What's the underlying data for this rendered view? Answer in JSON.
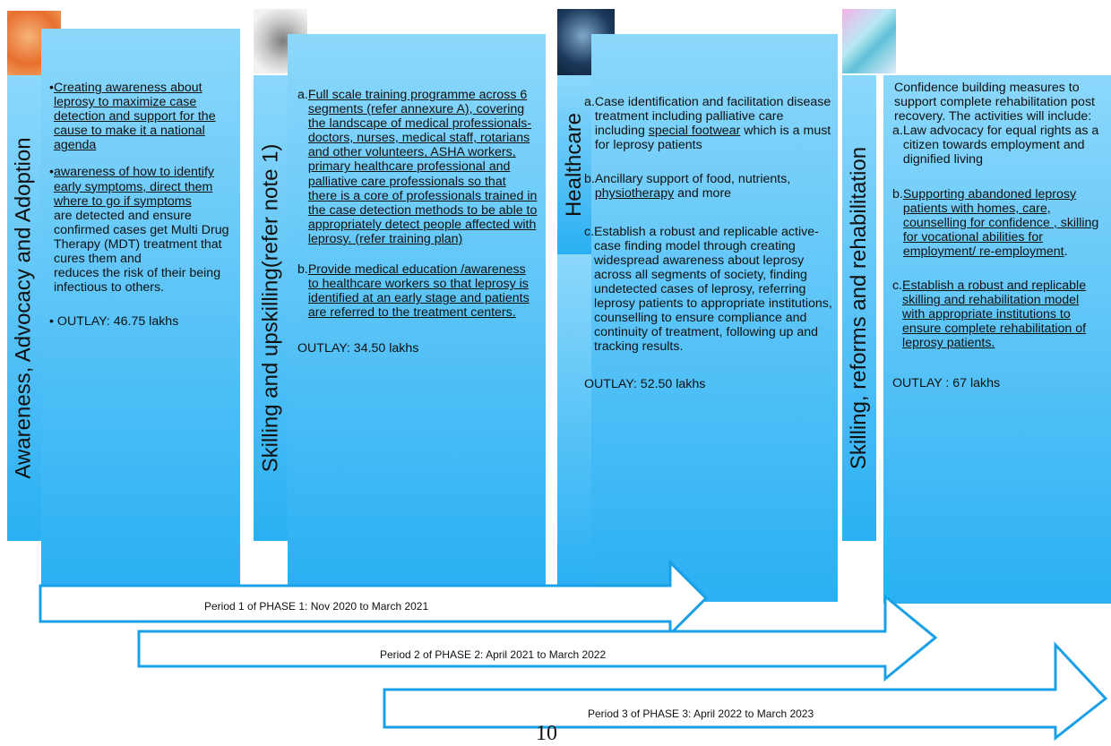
{
  "columns": [
    {
      "heading": "Awareness, Advocacy and Adoption",
      "items": [
        {
          "marker": "• ",
          "lines": [
            "Creating awareness about leprosy to maximize case detection and support for the cause to make it a national agenda"
          ]
        },
        {
          "marker": "• ",
          "lines": [
            "awareness of how to identify early symptoms, direct them where to go if symptoms",
            "are detected and ensure confirmed cases get Multi Drug Therapy (MDT) treatment that cures them and",
            "reduces the risk of their being infectious to others."
          ]
        }
      ],
      "outlay": "• OUTLAY: 46.75 lakhs"
    },
    {
      "heading": "Skilling and upskilling(refer note 1)",
      "items": [
        {
          "marker": "a.",
          "lines": [
            "Full scale training programme across 6 segments (refer annexure A), covering the landscape of medical professionals- doctors, nurses, medical staff, rotarians and other volunteers, ASHA workers, primary healthcare professional and palliative care professionals so that there is a core of professionals trained in the case detection methods to be able to appropriately detect people affected with leprosy. (refer training plan)"
          ]
        },
        {
          "marker": "b.",
          "lines": [
            "Provide medical education /awareness to healthcare workers so that leprosy is identified at an early stage and patients are referred to the treatment centers."
          ]
        }
      ],
      "outlay": "OUTLAY: 34.50 lakhs"
    },
    {
      "heading": "Healthcare",
      "items": [
        {
          "marker": "a.",
          "pre": "Case identification and facilitation disease treatment including palliative care including ",
          "link": "special footwear",
          "post": " which is a must for leprosy patients"
        },
        {
          "marker": "b.",
          "pre": "Ancillary support of food, nutrients, ",
          "link": "physiotherapy",
          "post": " and more"
        },
        {
          "marker": "c.",
          "pre": "Establish a robust and replicable active-case finding model through creating widespread awareness about leprosy across all segments of society, finding undetected cases of leprosy, referring leprosy patients to appropriate institutions, counselling to ensure compliance and continuity of treatment, following up and tracking results.",
          "link": "",
          "post": ""
        }
      ],
      "outlay": "OUTLAY: 52.50 lakhs"
    },
    {
      "heading": "Skilling, reforms and rehabilitation",
      "intro": "Confidence building measures to support complete rehabilitation post recovery.  The activities will include:",
      "items": [
        {
          "marker": "a.",
          "pre": "Law advocacy for equal rights as a citizen towards employment and dignified living",
          "link": "",
          "post": ""
        },
        {
          "marker": "b.",
          "pre": "",
          "link": "Supporting abandoned leprosy patients with homes, care, counselling for confidence , skilling for vocational abilities for employment/ re-employment",
          "post": "."
        },
        {
          "marker": "c.",
          "pre": "",
          "link": "Establish a robust and replicable skilling and rehabilitation model with appropriate institutions to ensure complete rehabilitation of leprosy patients.",
          "post": ""
        }
      ],
      "outlay": "OUTLAY : 67 lakhs"
    }
  ],
  "phases": [
    "Period 1 of PHASE 1: Nov 2020 to March 2021",
    "Period 2 of PHASE 2: April 2021 to March 2022",
    "Period 3 of PHASE 3: April 2022 to March 2023"
  ],
  "page_number": "10",
  "colors": {
    "arrow_stroke": "#1aa0e6",
    "gradient_top": "#8cd8fb",
    "gradient_bottom": "#2ab0f3"
  }
}
